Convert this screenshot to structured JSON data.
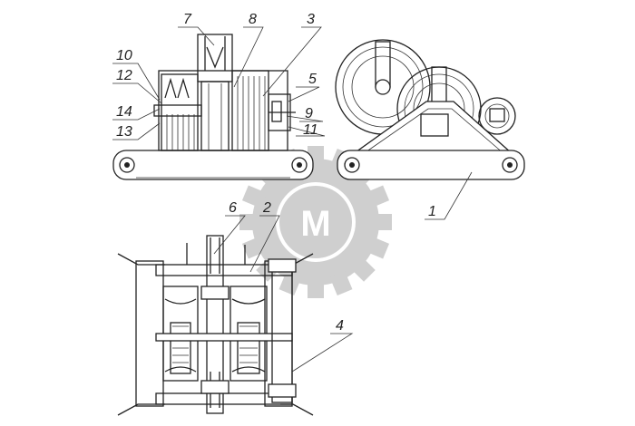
{
  "labels": {
    "l1": "1",
    "l2": "2",
    "l3": "3",
    "l4": "4",
    "l5": "5",
    "l6": "6",
    "l7": "7",
    "l8": "8",
    "l9": "9",
    "l10": "10",
    "l11": "11",
    "l12": "12",
    "l13": "13",
    "l14": "14"
  },
  "watermark": {
    "letter": "M",
    "color": "#cfcfcf"
  }
}
